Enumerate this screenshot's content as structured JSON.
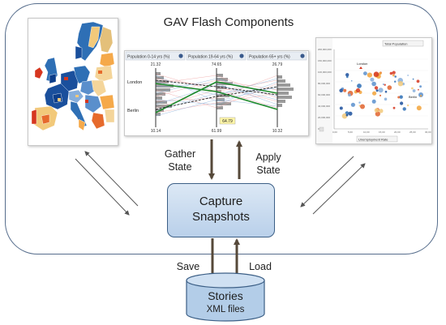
{
  "title": "GAV Flash Components",
  "capture": {
    "line1": "Capture",
    "line2": "Snapshots"
  },
  "edges": {
    "gather_line1": "Gather",
    "gather_line2": "State",
    "apply_line1": "Apply",
    "apply_line2": "State",
    "save": "Save",
    "load": "Load"
  },
  "stories": {
    "title": "Stories",
    "subtitle": "XML files"
  },
  "parallel_coords": {
    "axes": [
      {
        "header": "Population 0-14 yrs (%)",
        "top": "21.32",
        "bottom": "10.14"
      },
      {
        "header": "Population 19-64 yrs (%)",
        "top": "74.65",
        "bottom": "61.99"
      },
      {
        "header": "Population 65+ yrs (%)",
        "top": "26.79",
        "bottom": "10.32"
      }
    ],
    "labels": {
      "london": "London",
      "berlin": "Berlin",
      "highlight": "64.79"
    }
  },
  "scatter": {
    "top_control": "Total Population",
    "x_control": "Unemployment Rate",
    "point_labels": [
      "London",
      "Berlin"
    ],
    "y_ticks": [
      "200,000,000",
      "150,000,000",
      "100,000,000",
      "80,000,000",
      "60,000,000",
      "40,000,000",
      "20,000,000",
      "0"
    ],
    "x_ticks": [
      "0,00",
      "5,00",
      "10,00",
      "15,00",
      "20,00",
      "25,00",
      "30,00"
    ]
  },
  "colors": {
    "frame": "#566d8c",
    "capture_fill": "#c7d9ef",
    "cylinder_fill": "#b3cde8",
    "arrow_dark": "#56493a",
    "map_dark": "#0d3e8a",
    "map_light": "#f2c97a",
    "map_red": "#d6361f"
  }
}
